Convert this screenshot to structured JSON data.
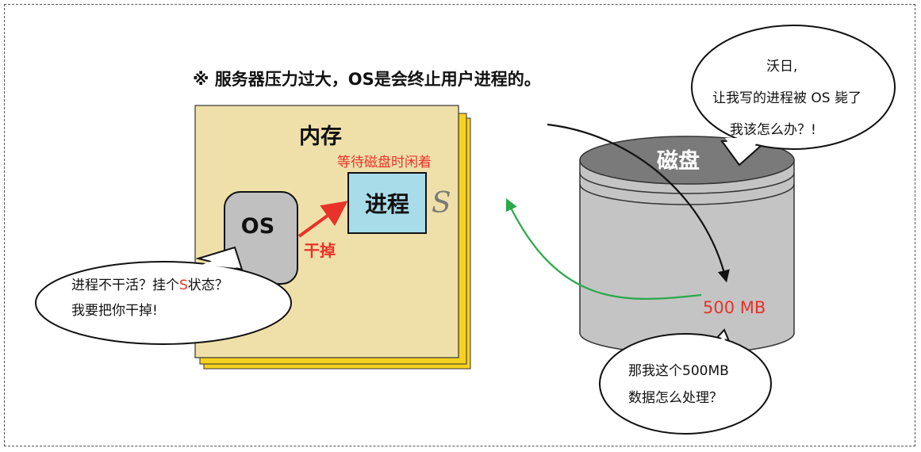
{
  "title": "※ 服务器压力过大，OS是会终止用户进程的。",
  "memory": {
    "label": "内存",
    "waiting_label": "等待磁盘时闲着",
    "process_label": "进程",
    "state_symbol": "S",
    "os_label": "OS",
    "kill_label": "干掉"
  },
  "disk": {
    "label": "磁盘",
    "data_size": "500 MB"
  },
  "bubbles": {
    "os_speech": {
      "line1_a": "进程不干活？挂个",
      "line1_s": "S",
      "line1_b": "状态？",
      "line2": "我要把你干掉!"
    },
    "process_speech": {
      "line1": "沃日,",
      "line2": "让我写的进程被 OS 毙了",
      "line3": "我该怎么办？!"
    },
    "disk_speech": {
      "line1": "那我这个500MB",
      "line2": "数据怎么处理？"
    }
  },
  "colors": {
    "memory_fill": "#efe0a9",
    "memory_shadow": "#f7d11f",
    "process_fill": "#a8dce9",
    "os_fill": "#c0c0c0",
    "disk_body": "#c4c4c4",
    "disk_top": "#7a7a7a",
    "accent_red": "#e8322a",
    "arrow_green": "#2aa84a"
  }
}
